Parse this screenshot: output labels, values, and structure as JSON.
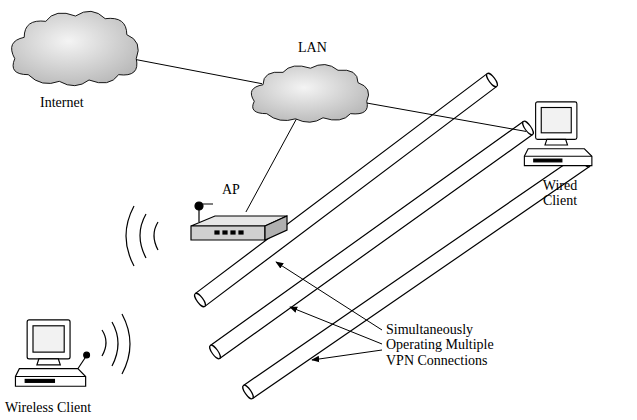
{
  "diagram": {
    "nodes": [
      {
        "text": [
          "Internet"
        ]
      },
      {
        "text": [
          "LAN"
        ]
      },
      {
        "text": [
          "AP"
        ]
      },
      {
        "text": [
          "Wired Client"
        ]
      },
      {
        "text": [
          "Wireless Client"
        ]
      }
    ],
    "edges": [
      {
        "from": 0,
        "to": 1,
        "arrow": "none"
      },
      {
        "from": 1,
        "to": 2,
        "arrow": "none"
      },
      {
        "from": 1,
        "to": 3,
        "arrow": "none"
      }
    ],
    "labels": [
      "Simultaneously Operating Multiple VPN Connections"
    ]
  }
}
